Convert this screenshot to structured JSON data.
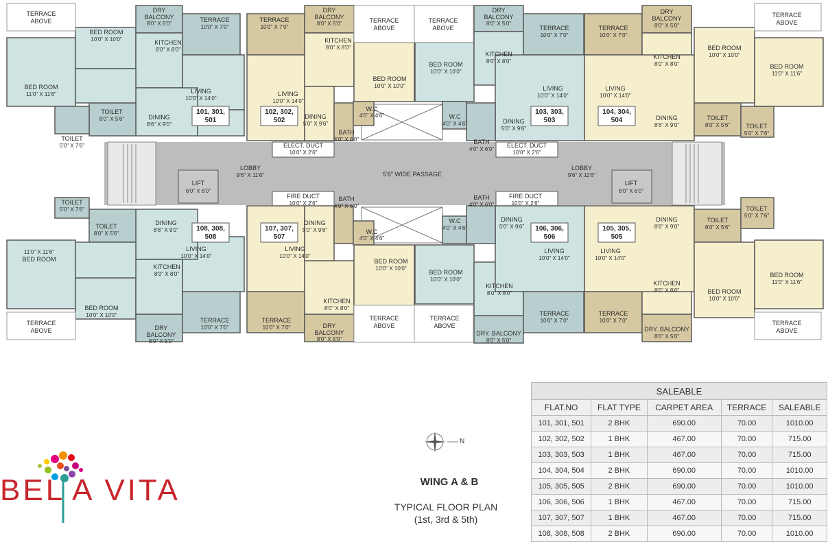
{
  "colors": {
    "bhk2": "#cfe3e3",
    "bhk1": "#f6efce",
    "wet": "#b9cfcf",
    "wet_beige": "#d6c9a2",
    "passage": "#bdbdbd",
    "wall": "#5a5a5a",
    "brand_red": "#c8252c"
  },
  "plan": {
    "terrace_above": "TERRACE ABOVE",
    "terrace_above_a": "TERRACE",
    "terrace_above_b": "ABOVE",
    "passage": "5'6\" WIDE PASSAGE",
    "lobby_left": {
      "name": "LOBBY",
      "dim": "9'6\" X 11'6\""
    },
    "lobby_right": {
      "name": "LOBBY",
      "dim": "9'6\" X 11'6\""
    },
    "lift_left": {
      "name": "LIFT",
      "dim": "6'0\" X 6'0\""
    },
    "lift_right": {
      "name": "LIFT",
      "dim": "6'0\" X 6'0\""
    },
    "elect_duct": {
      "name": "ELECT. DUCT",
      "dim": "10'0\" X 2'6\""
    },
    "fire_duct": {
      "name": "FIRE DUCT",
      "dim": "10'0\" X 2'6\""
    },
    "units": {
      "u101": "101, 301,",
      "u101b": "501",
      "u102": "102, 302,",
      "u102b": "502",
      "u103": "103, 303,",
      "u103b": "503",
      "u104": "104, 304,",
      "u104b": "504",
      "u105": "105, 305,",
      "u105b": "505",
      "u106": "106, 306,",
      "u106b": "506",
      "u107": "107, 307,",
      "u107b": "507",
      "u108": "108, 308,",
      "u108b": "508"
    },
    "rooms": {
      "bedroom": "BED ROOM",
      "living": "LIVING",
      "dining": "DINING",
      "kitchen": "KITCHEN",
      "toilet": "TOILET",
      "terrace": "TERRACE",
      "dry_balcony": "DRY",
      "balcony": "BALCONY",
      "dry_balcony_full": "DRY. BALCONY",
      "bath": "BATH",
      "wc": "W.C"
    },
    "dims": {
      "bed_11": "11'0\" X 11'6\"",
      "bed_10": "10'0\" X 10'0\"",
      "living": "10'0\" X 14'0\"",
      "dining_2": "8'6\" X 9'0\"",
      "dining_1": "5'0\" X 9'6\"",
      "kitchen": "8'0\" X 8'0\"",
      "toilet": "8'0\" X 5'6\"",
      "toilet_s": "5'0\" X 7'6\"",
      "terrace": "10'0\" X 7'0\"",
      "dry_balcony": "8'0\" X 5'0\"",
      "bath": "4'0\" X 6'0\"",
      "wc": "4'0\" X 4'6\""
    }
  },
  "brand": {
    "name_left": "BEL",
    "name_right": "A VITA"
  },
  "compass_label": "N",
  "wing_title": "WING A & B",
  "plan_title_line1": "TYPICAL FLOOR PLAN",
  "plan_title_line2": "(1st, 3rd & 5th)",
  "table": {
    "caption": "SALEABLE",
    "headers": [
      "FLAT.NO",
      "FLAT TYPE",
      "CARPET AREA",
      "TERRACE",
      "SALEABLE"
    ],
    "rows": [
      [
        "101, 301, 501",
        "2 BHK",
        "690.00",
        "70.00",
        "1010.00"
      ],
      [
        "102, 302, 502",
        "1 BHK",
        "467.00",
        "70.00",
        "715.00"
      ],
      [
        "103, 303, 503",
        "1 BHK",
        "467.00",
        "70.00",
        "715.00"
      ],
      [
        "104, 304, 504",
        "2 BHK",
        "690.00",
        "70.00",
        "1010.00"
      ],
      [
        "105, 305, 505",
        "2 BHK",
        "690.00",
        "70.00",
        "1010.00"
      ],
      [
        "106, 306, 506",
        "1 BHK",
        "467.00",
        "70.00",
        "715.00"
      ],
      [
        "107, 307, 507",
        "1 BHK",
        "467.00",
        "70.00",
        "715.00"
      ],
      [
        "108, 308, 508",
        "2 BHK",
        "690.00",
        "70.00",
        "1010.00"
      ]
    ]
  }
}
